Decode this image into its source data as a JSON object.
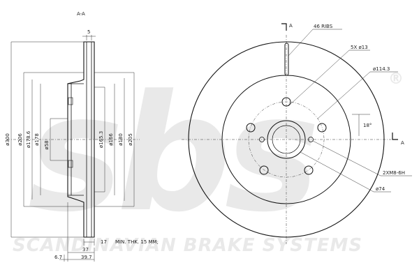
{
  "section_label": "A-A",
  "section_marker": "A",
  "watermark": {
    "logo": "sbs",
    "registered": "®",
    "tagline": "SCANDINAVIAN BRAKE SYSTEMS"
  },
  "side_view": {
    "diameters": {
      "d300": "ø300",
      "d206": "ø206",
      "d178_6": "ø178.6",
      "d178": "ø178",
      "d58": "ø58",
      "d165_3": "ø165.3",
      "d166": "ø166",
      "d180": "ø180",
      "d205": "ø205"
    },
    "width_top": "5",
    "min_thk": "17",
    "min_thk_note": "MIN. THK. 15 MM;",
    "offset_37": "37",
    "offset_6_7": "6.7",
    "offset_39_7": "39.7"
  },
  "front_view": {
    "ribs": "46 RIBS",
    "bolts": "5X ø13",
    "pcd": "ø114.3",
    "angle": "18°",
    "threads": "2XM8-6H",
    "hub": "ø74"
  }
}
